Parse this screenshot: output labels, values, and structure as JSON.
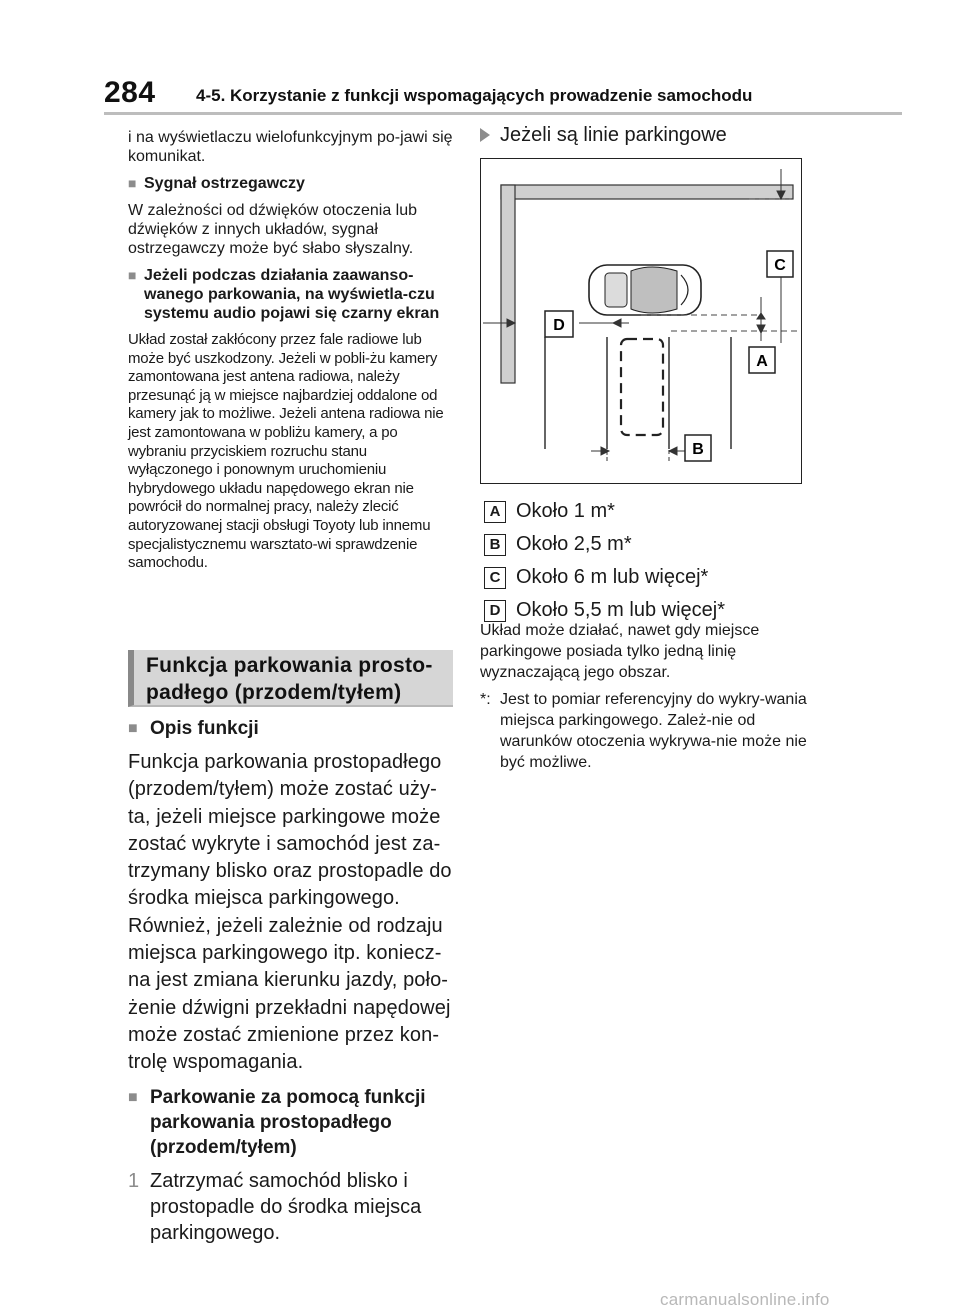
{
  "header": {
    "page_number": "284",
    "title": "4-5. Korzystanie z funkcji wspomagających prowadzenie samochodu"
  },
  "left": {
    "intro": "i na wyświetlaczu wielofunkcyjnym po-jawi się komunikat.",
    "warning_head": "Sygnał ostrzegawczy",
    "warning_text": "W zależności od dźwięków otoczenia lub dźwięków z innych układów, sygnał ostrzegawczy może być słabo słyszalny.",
    "screen_head": "Jeżeli podczas działania zaawanso-wanego parkowania, na wyświetla-czu systemu audio pojawi się czarny ekran",
    "screen_text": "Układ został zakłócony przez fale radiowe lub może być uszkodzony. Jeżeli w pobli-żu kamery zamontowana jest antena radiowa, należy przesunąć ją w miejsce najbardziej oddalone od kamery jak to możliwe. Jeżeli antena radiowa nie jest zamontowana w pobliżu kamery, a po wybraniu przyciskiem rozruchu stanu wyłączonego i ponownym uruchomieniu hybrydowego układu napędowego ekran nie powrócił do normalnej pracy, należy zlecić autoryzowanej stacji obsługi Toyoty lub innemu specjalistycznemu warsztato-wi sprawdzenie samochodu.",
    "section_title_1": "Funkcja parkowania prosto-",
    "section_title_2": "padłego (przodem/tyłem)",
    "func_head": "Opis funkcji",
    "func_text": "Funkcja parkowania prostopadłego (przodem/tyłem) może zostać uży-ta, jeżeli miejsce parkingowe może zostać wykryte i samochód jest za-trzymany blisko oraz prostopadle do środka miejsca parkingowego. Również, jeżeli zależnie od rodzaju miejsca parkingowego itp. koniecz-na jest zmiana kierunku jazdy, poło-żenie dźwigni przekładni napędowej może zostać zmienione przez kon-trolę wspomagania.",
    "park_head": "Parkowanie za pomocą funkcji parkowania prostopadłego (przodem/tyłem)",
    "step_num": "1",
    "step_text": "Zatrzymać samochód blisko i prostopadle do środka miejsca parkingowego."
  },
  "right": {
    "bullet": "Jeżeli są linie parkingowe",
    "figure_labels": {
      "a": "A",
      "b": "B",
      "c": "C",
      "d": "D"
    },
    "legend": [
      {
        "key": "A",
        "text": "Około 1 m*"
      },
      {
        "key": "B",
        "text": "Około 2,5 m*"
      },
      {
        "key": "C",
        "text": "Około 6 m lub więcej*"
      },
      {
        "key": "D",
        "text": "Około 5,5 m lub więcej*"
      }
    ],
    "note": "Układ może działać, nawet gdy miejsce parkingowe posiada tylko jedną linię wyznaczającą jego obszar.",
    "footnote_mark": "*:",
    "footnote": "Jest to pomiar referencyjny do wykry-wania miejsca parkingowego. Zależ-nie od warunków otoczenia wykrywa-nie może nie być możliwe."
  },
  "watermark": "carmanualsonline.info"
}
